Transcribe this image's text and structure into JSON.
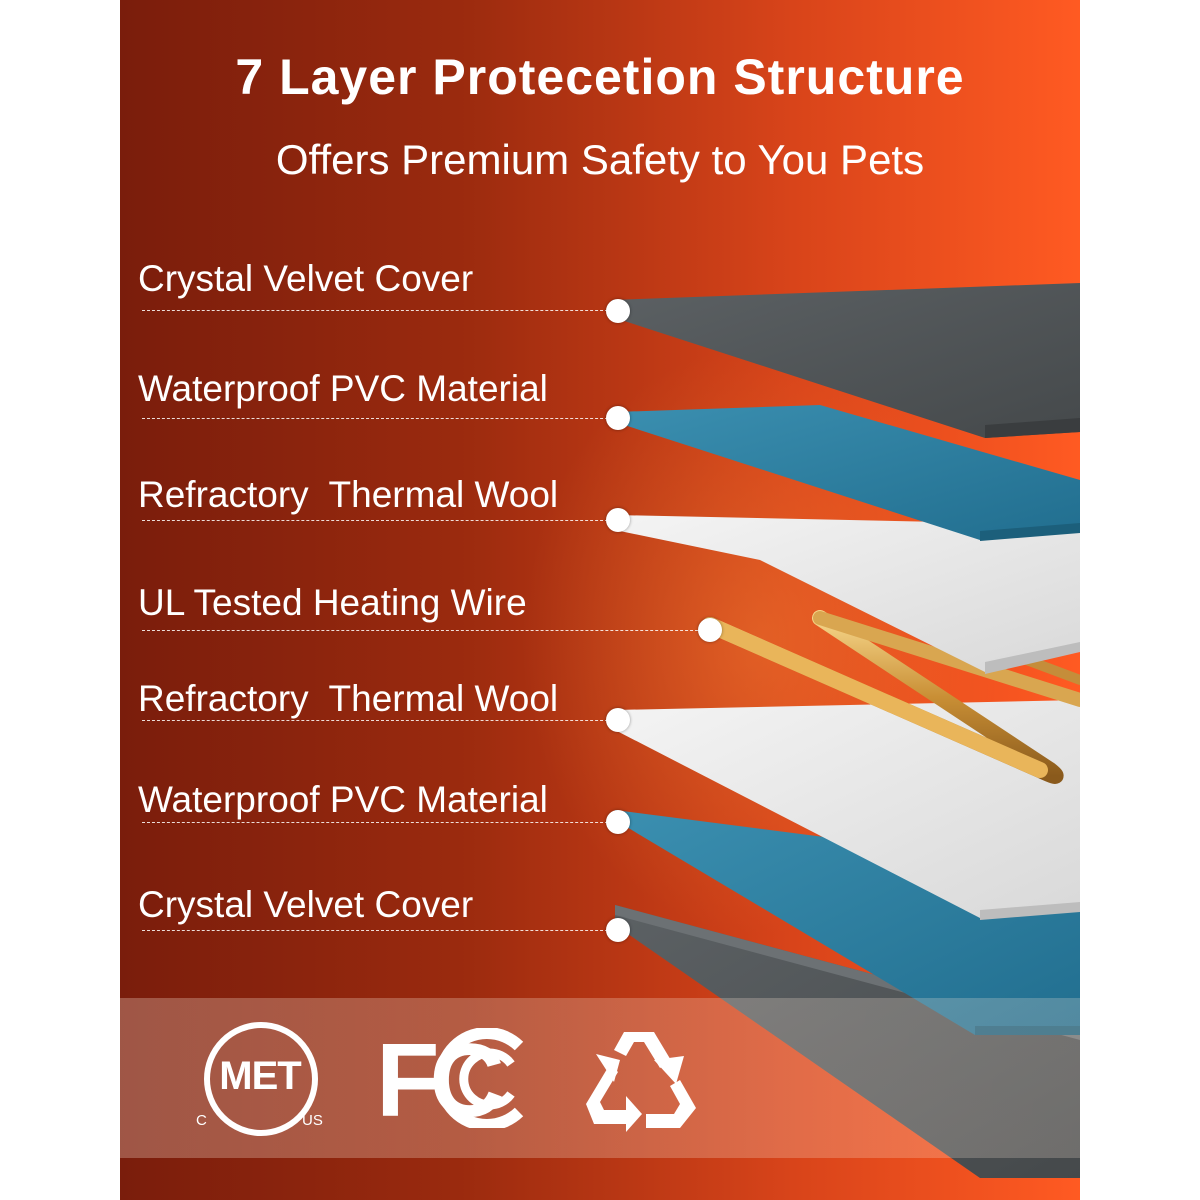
{
  "title": "7 Layer Protecetion Structure",
  "subtitle": "Offers Premium Safety to You Pets",
  "layers": [
    {
      "label": "Crystal Velvet Cover"
    },
    {
      "label": "Waterproof PVC Material"
    },
    {
      "label": "Refractory  Thermal Wool"
    },
    {
      "label": "UL Tested Heating Wire"
    },
    {
      "label": "Refractory  Thermal Wool"
    },
    {
      "label": "Waterproof PVC Material"
    },
    {
      "label": "Crystal Velvet Cover"
    }
  ],
  "certifications": {
    "met": {
      "text": "MET",
      "left_mark": "C",
      "right_mark": "US"
    },
    "fcc": {
      "text": "FC"
    },
    "recycle": {
      "icon": "recycle-icon"
    }
  },
  "colors": {
    "velvet": "#55595c",
    "pvc": "#2f7fa0",
    "wool": "#e9e9e9",
    "wire": "#d4a24a",
    "background_dark": "#7a1d0c",
    "background_light": "#ff5a22"
  }
}
